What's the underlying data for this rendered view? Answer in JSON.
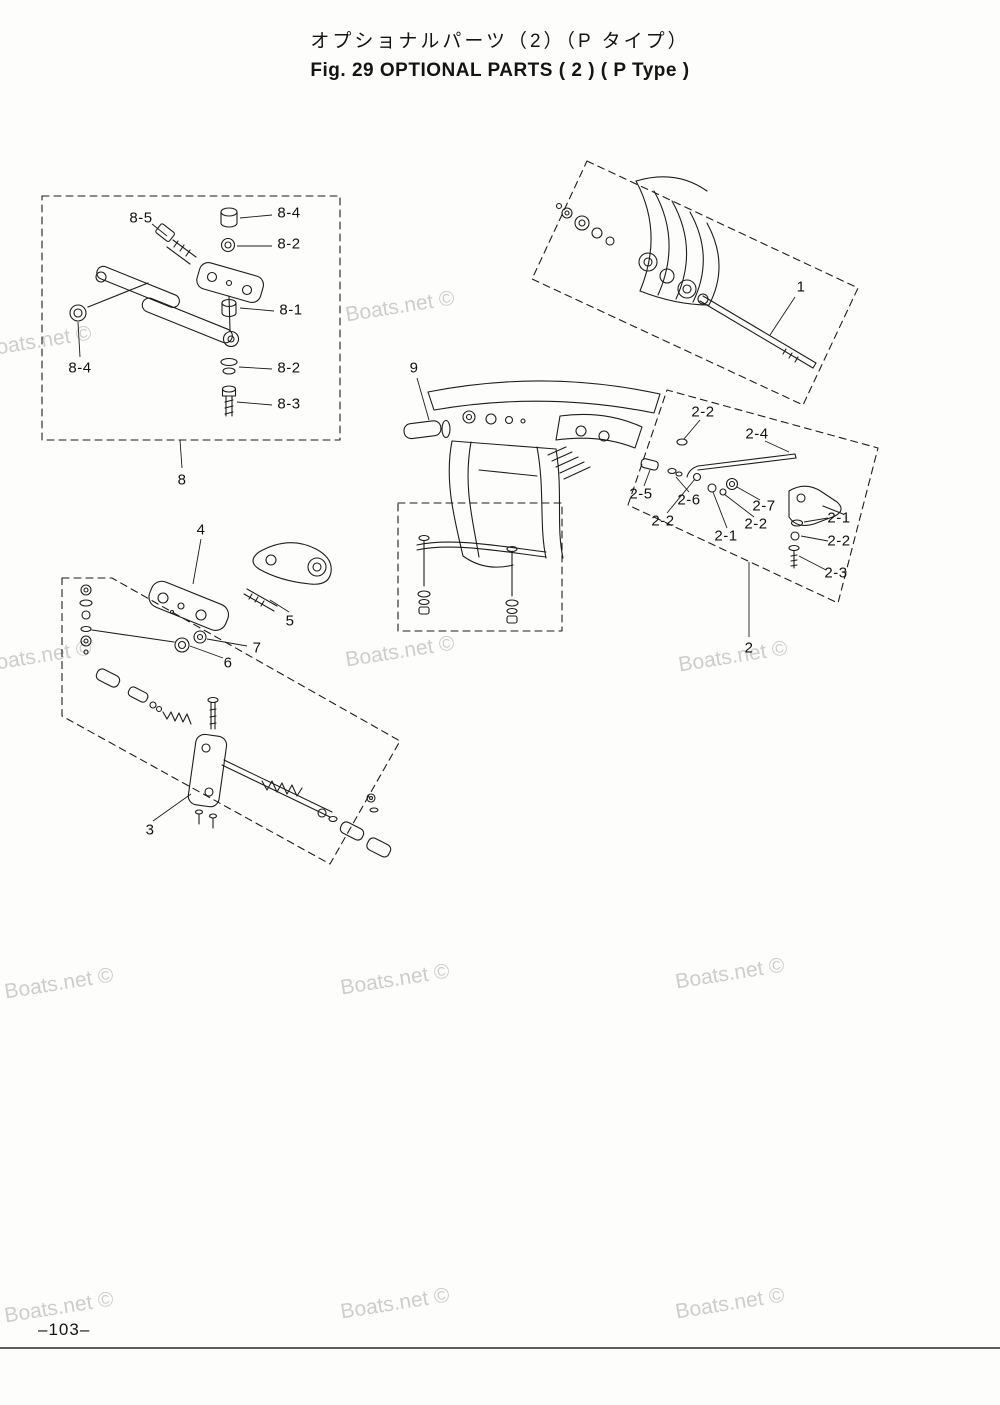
{
  "page": {
    "title_jp": "オプショナルパーツ（2）（P タイプ）",
    "title_en": "Fig. 29   OPTIONAL PARTS ( 2 ) ( P Type )",
    "page_number": "–103–"
  },
  "watermark": {
    "text": "Boats.net ©"
  },
  "callouts": [
    {
      "label": "8-5"
    },
    {
      "label": "8-4"
    },
    {
      "label": "8-2"
    },
    {
      "label": "8-1"
    },
    {
      "label": "8-4"
    },
    {
      "label": "8-2"
    },
    {
      "label": "8-3"
    },
    {
      "label": "8"
    },
    {
      "label": "1"
    },
    {
      "label": "9"
    },
    {
      "label": "2-2"
    },
    {
      "label": "2-4"
    },
    {
      "label": "2-5"
    },
    {
      "label": "2-6"
    },
    {
      "label": "2-2"
    },
    {
      "label": "2-7"
    },
    {
      "label": "2-1"
    },
    {
      "label": "2-2"
    },
    {
      "label": "2-1"
    },
    {
      "label": "2-2"
    },
    {
      "label": "2-3"
    },
    {
      "label": "2"
    },
    {
      "label": "4"
    },
    {
      "label": "5"
    },
    {
      "label": "7"
    },
    {
      "label": "6"
    },
    {
      "label": "3"
    }
  ]
}
